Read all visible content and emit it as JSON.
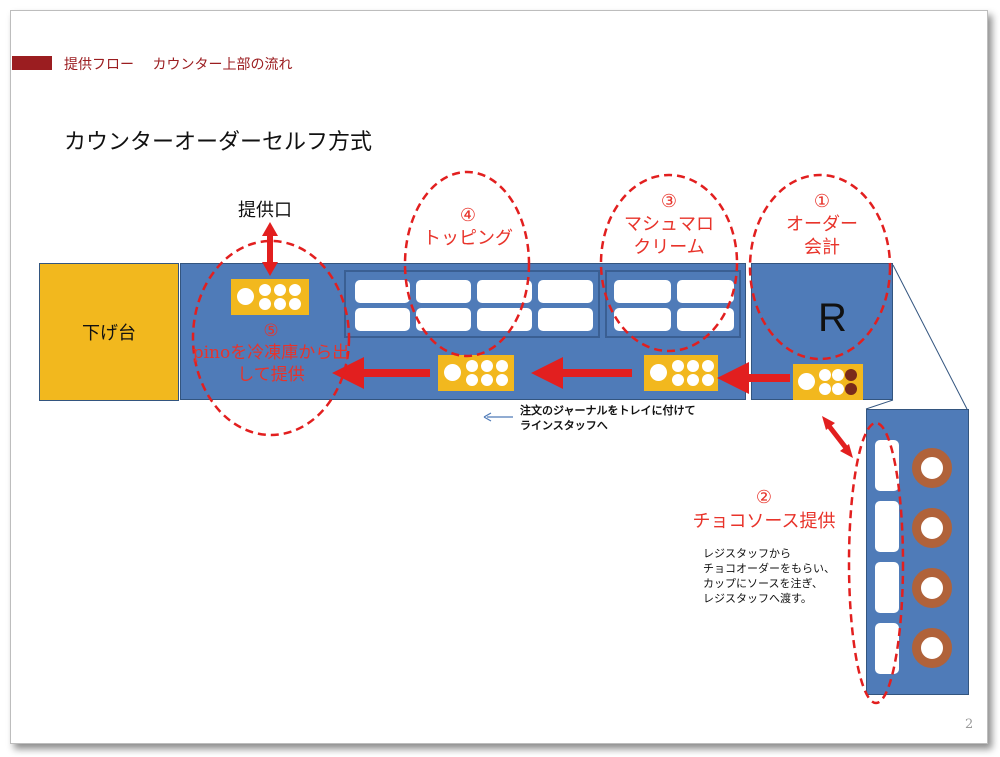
{
  "header": {
    "title": "提供フロー　 カウンター上部の流れ"
  },
  "slide_title": "カウンターオーダーセルフ方式",
  "areas": {
    "return_table": "下げ台",
    "register_letter": "R",
    "pickup": "提供口"
  },
  "steps": {
    "step1": {
      "number": "①",
      "line1": "オーダー",
      "line2": "会計"
    },
    "step2": {
      "number": "②",
      "line1": "チョコソース提供"
    },
    "step3": {
      "number": "③",
      "line1": "マシュマロ",
      "line2": "クリーム"
    },
    "step4": {
      "number": "④",
      "line1": "トッピング"
    },
    "step5": {
      "number": "⑤",
      "line1": "pinoを冷凍庫から出",
      "line2": "して提供"
    }
  },
  "notes": {
    "journal_line1": "注文のジャーナルをトレイに付けて",
    "journal_line2": "ラインスタッフへ",
    "choco_line1": "レジスタッフから",
    "choco_line2": "チョコオーダーをもらい、",
    "choco_line3": "カップにソースを注ぎ、",
    "choco_line4": "レジスタッフへ渡す。"
  },
  "page_number": "2",
  "colors": {
    "counter_blue": "#4f7bb8",
    "tray_yellow": "#f2b81e",
    "accent_red": "#e21f1f",
    "header_red": "#9b1d20",
    "donut_brown": "#b0623a"
  }
}
